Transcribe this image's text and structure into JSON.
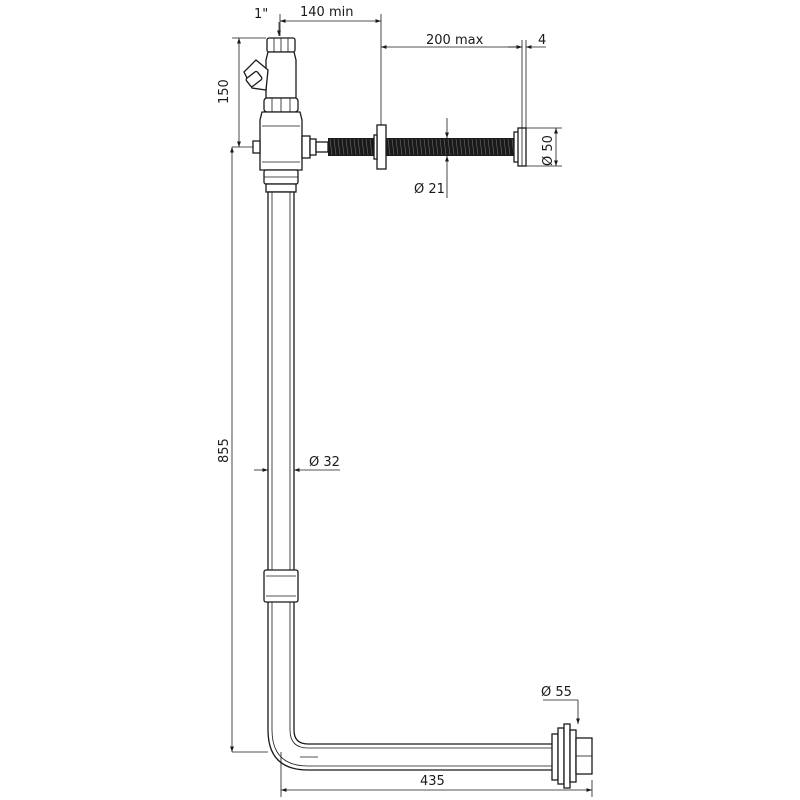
{
  "dimensions": {
    "inlet_thread": "1\"",
    "min_distance": "140 min",
    "max_length": "200 max",
    "plate_thickness": "4",
    "valve_height": "150",
    "tube_diameter": "Ø 21",
    "plate_diameter": "Ø 50",
    "pipe_diameter": "Ø 32",
    "total_height": "855",
    "outlet_diameter": "Ø 55",
    "outlet_length": "435"
  }
}
